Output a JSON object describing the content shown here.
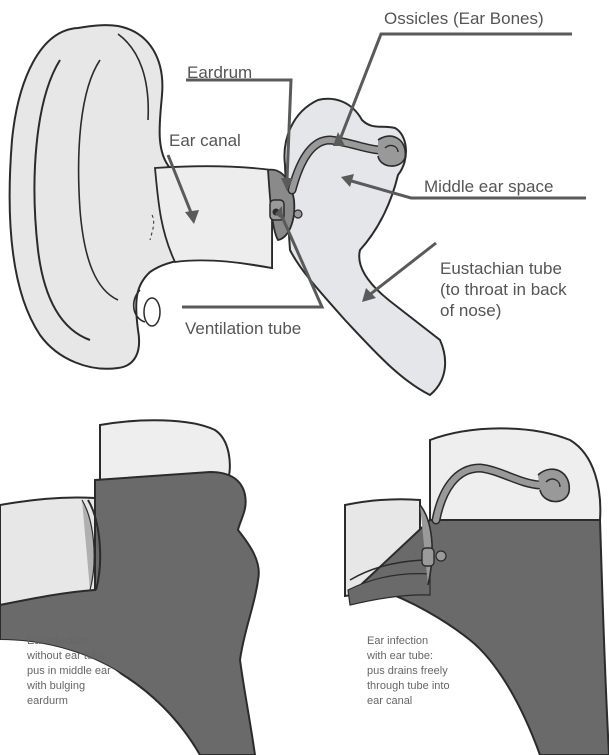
{
  "labels": {
    "ossicles": "Ossicles (Ear Bones)",
    "eardrum": "Eardrum",
    "ear_canal": "Ear canal",
    "middle_ear_space": "Middle ear space",
    "eustachian_tube": [
      "Eustachian tube",
      "(to throat in back",
      "of nose)"
    ],
    "ventilation_tube": "Ventilation tube"
  },
  "captions": {
    "without_tube": [
      "Ear infection",
      "without ear tube:",
      "pus in middle ear",
      "with bulging",
      "eardurm"
    ],
    "with_tube": [
      "Ear infection",
      "with ear tube:",
      "pus drains freely",
      "through tube into",
      "ear canal"
    ]
  },
  "colors": {
    "outline": "#2b2b2b",
    "skin": "#e7e7e7",
    "canal": "#ececec",
    "pus": "#6a6a6a",
    "leader_line": "#5a5a5a"
  }
}
